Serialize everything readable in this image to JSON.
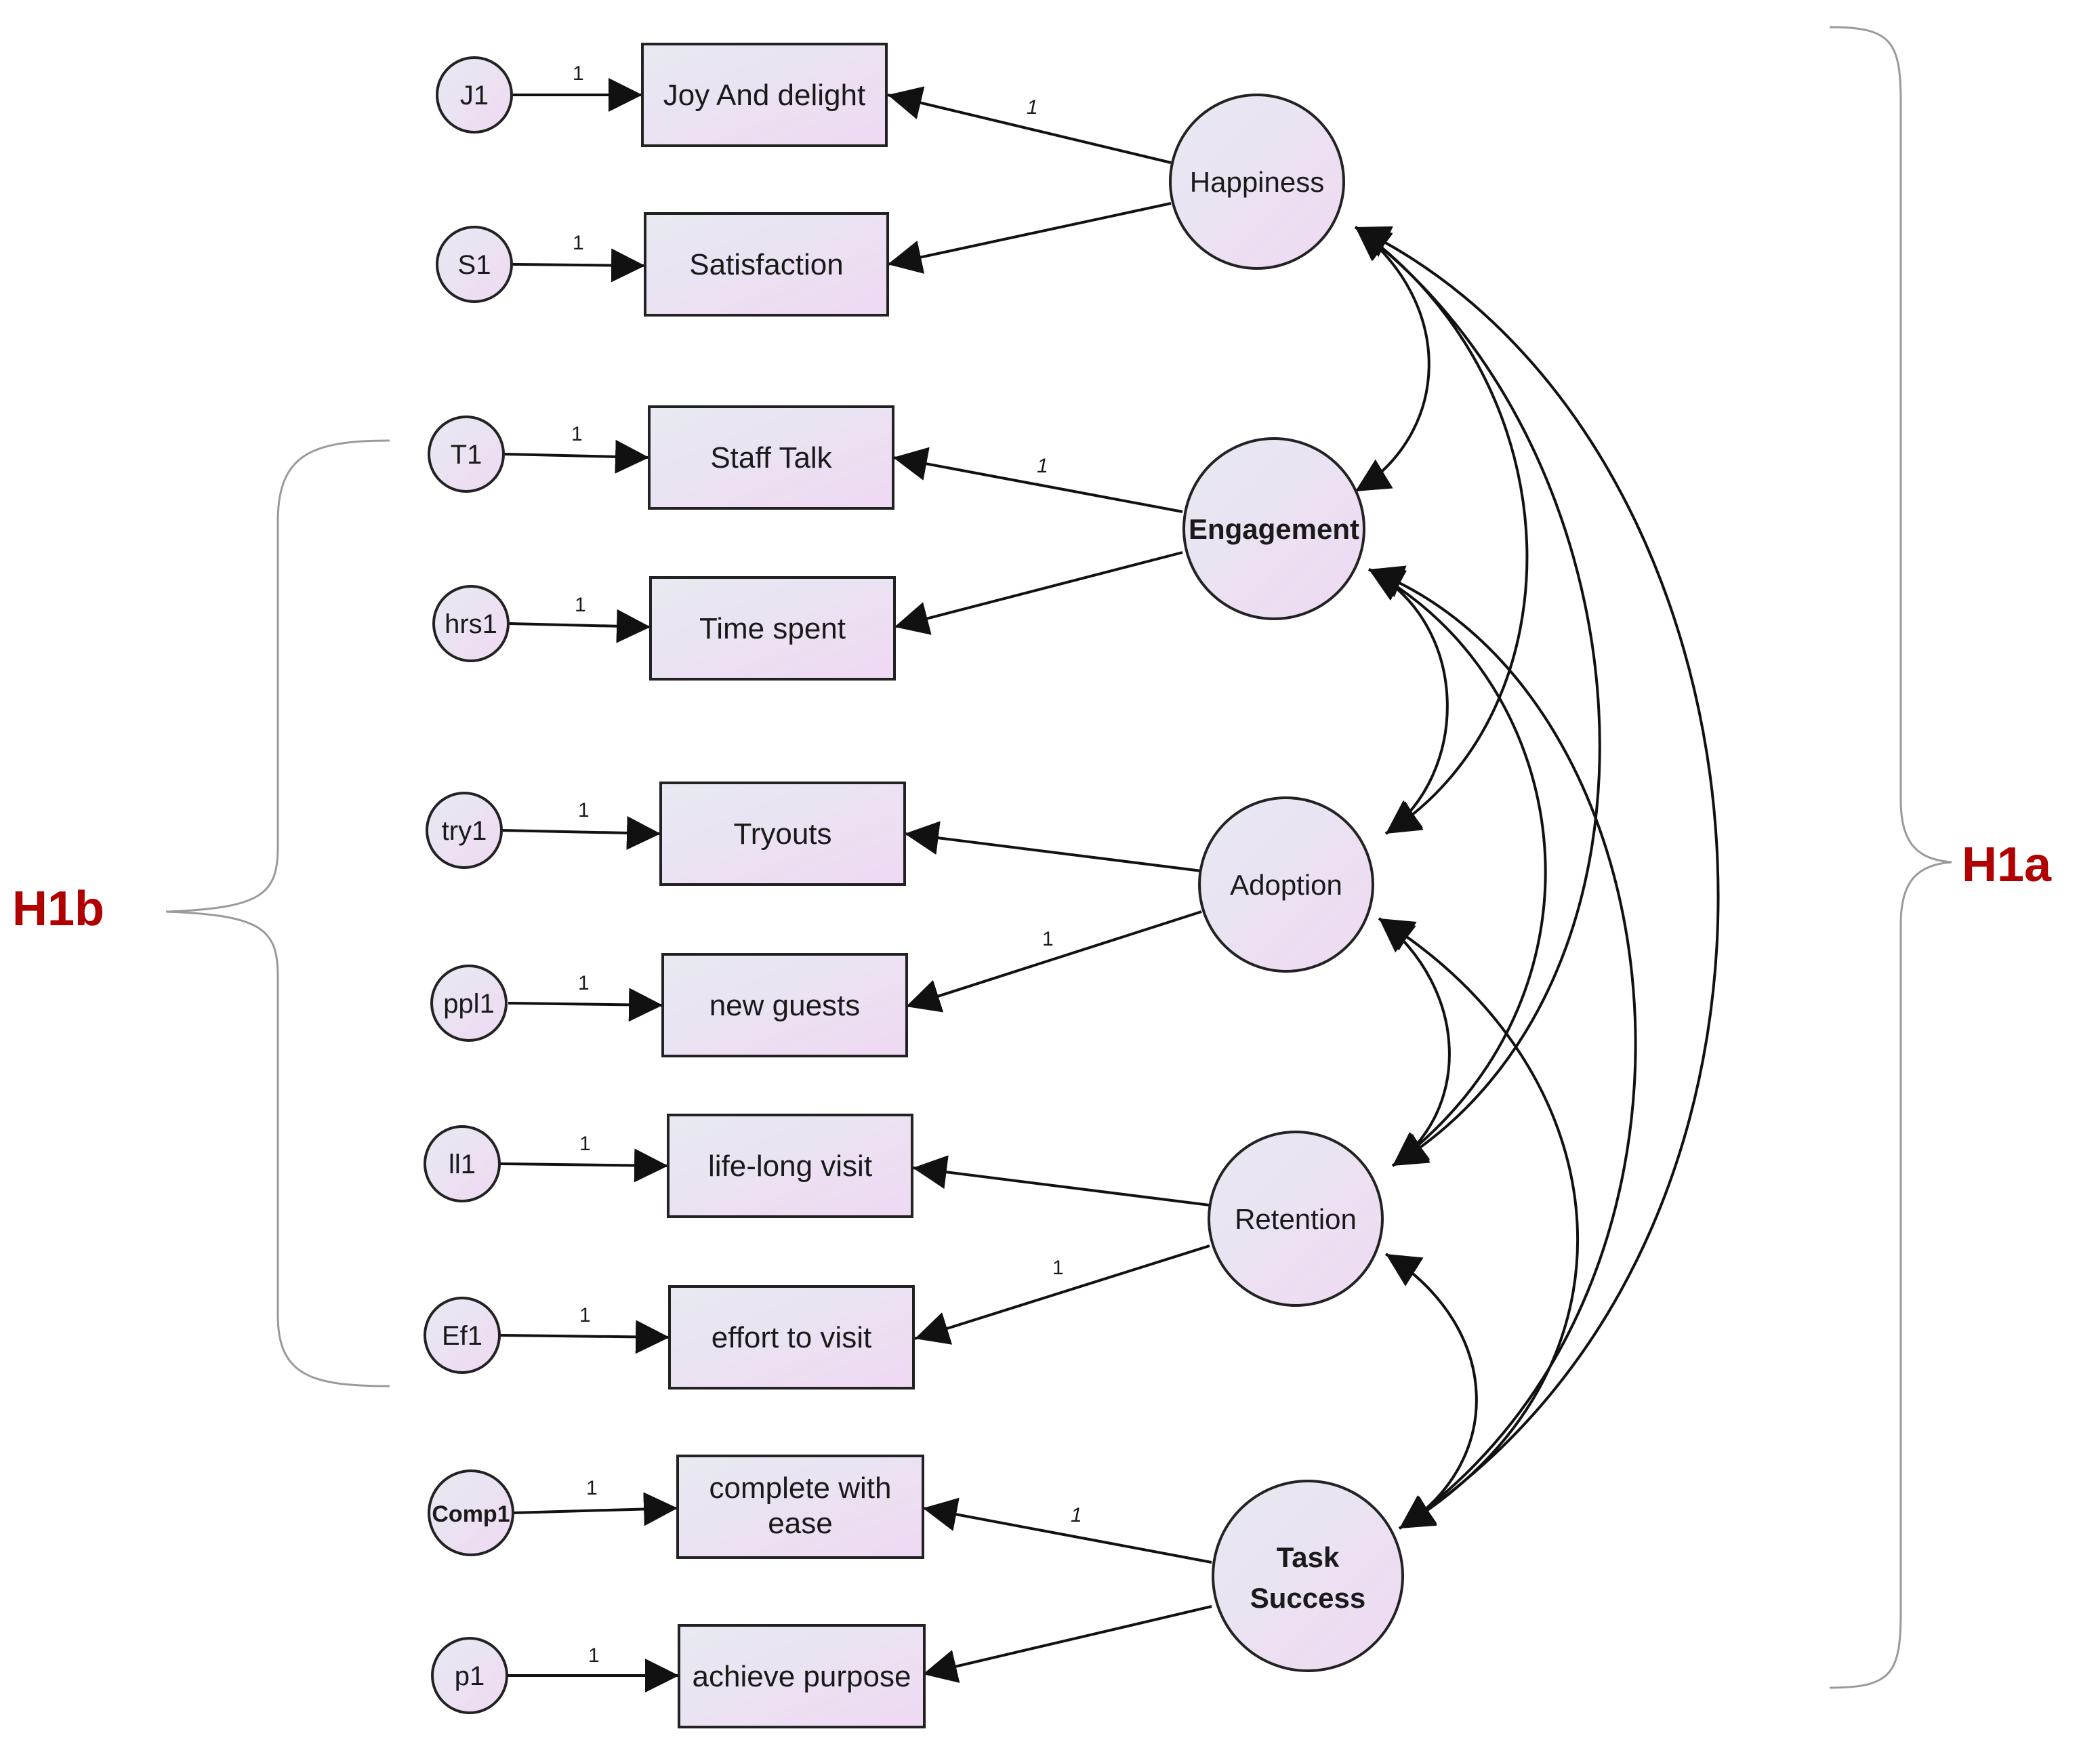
{
  "colors": {
    "node_fill_start": "#e7eaf1",
    "node_fill_end": "#efd9f3",
    "hypothesis_label": "#b00000",
    "brace": "#9a9a9a"
  },
  "hypotheses": {
    "h1a": "H1a",
    "h1b": "H1b"
  },
  "latents": {
    "happiness": "Happiness",
    "engagement": "Engagement",
    "adoption": "Adoption",
    "retention": "Retention",
    "task_success_1": "Task",
    "task_success_2": "Success"
  },
  "indicators": {
    "joy": "Joy And delight",
    "satisfaction": "Satisfaction",
    "staff_talk": "Staff Talk",
    "time_spent": "Time spent",
    "tryouts": "Tryouts",
    "new_guests": "new guests",
    "life_long": "life-long visit",
    "effort": "effort to visit",
    "complete_1": "complete with",
    "complete_2": "ease",
    "achieve": "achieve purpose"
  },
  "errors": {
    "j1": "J1",
    "s1": "S1",
    "t1": "T1",
    "hrs1": "hrs1",
    "try1": "try1",
    "ppl1": "ppl1",
    "ll1": "ll1",
    "ef1": "Ef1",
    "comp1": "Comp1",
    "p1": "p1"
  },
  "weights": {
    "error_path": "1",
    "loading": "1"
  }
}
